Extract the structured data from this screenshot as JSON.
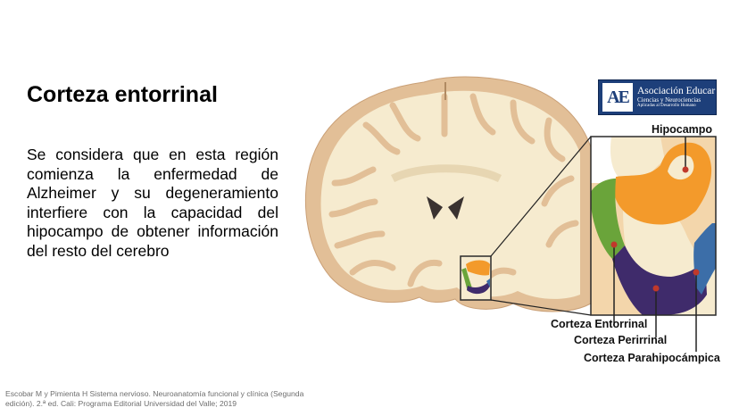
{
  "slide": {
    "title": "Corteza entorrinal",
    "body": "Se considera que en esta región comienza la enfermedad de Alzheimer y su degeneramiento interfiere con la capacidad del hipocampo de obtener información del resto del cerebro",
    "citation": "Escobar M y Pimienta H Sistema nervioso. Neuroanatomía funcional y clínica (Segunda edición). 2.ª ed. Cali: Programa Editorial Universidad del Valle; 2019"
  },
  "logo": {
    "mark": "AE",
    "name": "Asociación Educar",
    "subtitle": "Ciencias y Neurociencias",
    "tagline": "Aplicadas al Desarrollo Humano"
  },
  "figure": {
    "labels": {
      "hipocampo": "Hipocampo",
      "entorrinal": "Corteza Entorrinal",
      "perirrinal": "Corteza Perirrinal",
      "parahipocampica": "Corteza Parahipocámpica"
    },
    "colors": {
      "hipocampo": "#f39a2b",
      "entorrinal": "#6aa43a",
      "perirrinal": "#3f2b6b",
      "parahipocampica": "#3c6ea8",
      "gray_matter": "#e2bf97",
      "white_matter": "#f6ebcf",
      "marker": "#c0392b"
    }
  }
}
